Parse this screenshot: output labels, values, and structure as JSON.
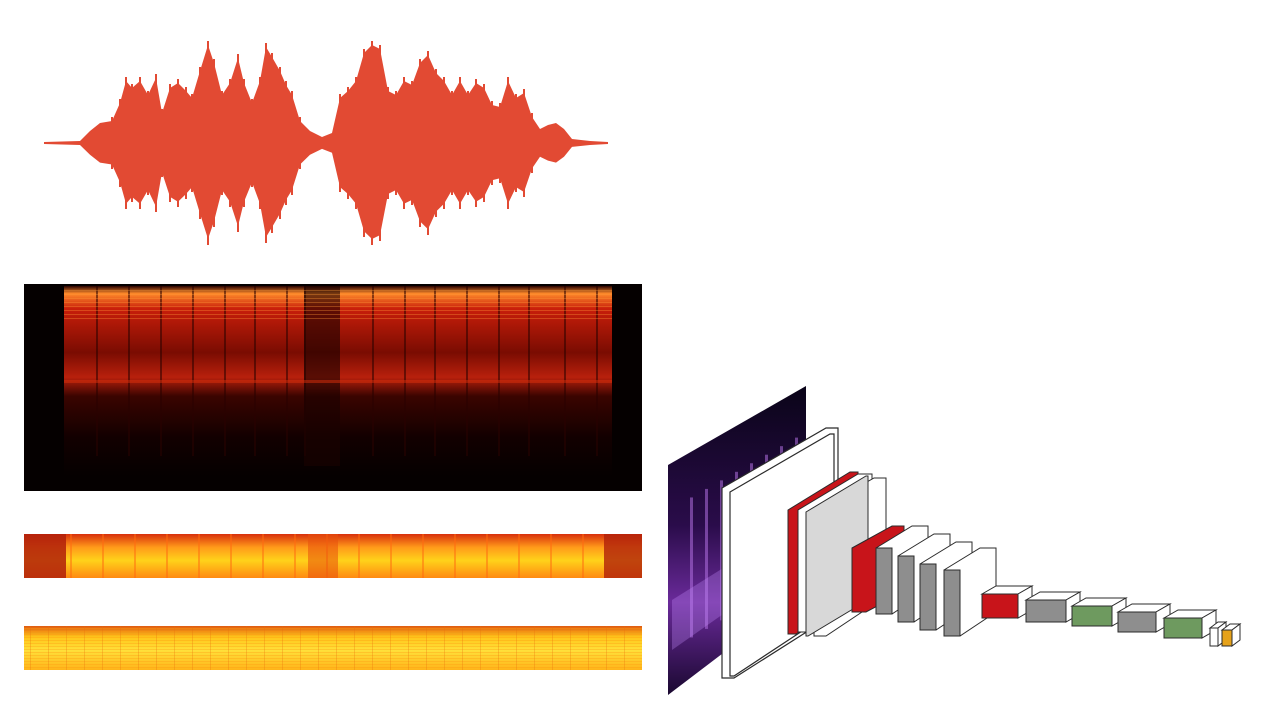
{
  "colors": {
    "background": "#ffffff",
    "waveform": "#e24a33",
    "spectrogram_dark": "#0b0000",
    "spectrogram_mid": "#b01a0a",
    "spectrogram_hot": "#ff7a1a",
    "strip_yellow": "#ffd21a",
    "layer_white": "#ffffff",
    "layer_red": "#c8141a",
    "layer_gray": "#8e8e8e",
    "layer_green": "#6e9a5f",
    "layer_orange": "#e6a21a",
    "edge": "#2b2b2b"
  },
  "icons": {
    "waveform": "audio-waveform",
    "spectrogram": "spectrogram-heatmap",
    "cnn": "cnn-layer-stack"
  }
}
